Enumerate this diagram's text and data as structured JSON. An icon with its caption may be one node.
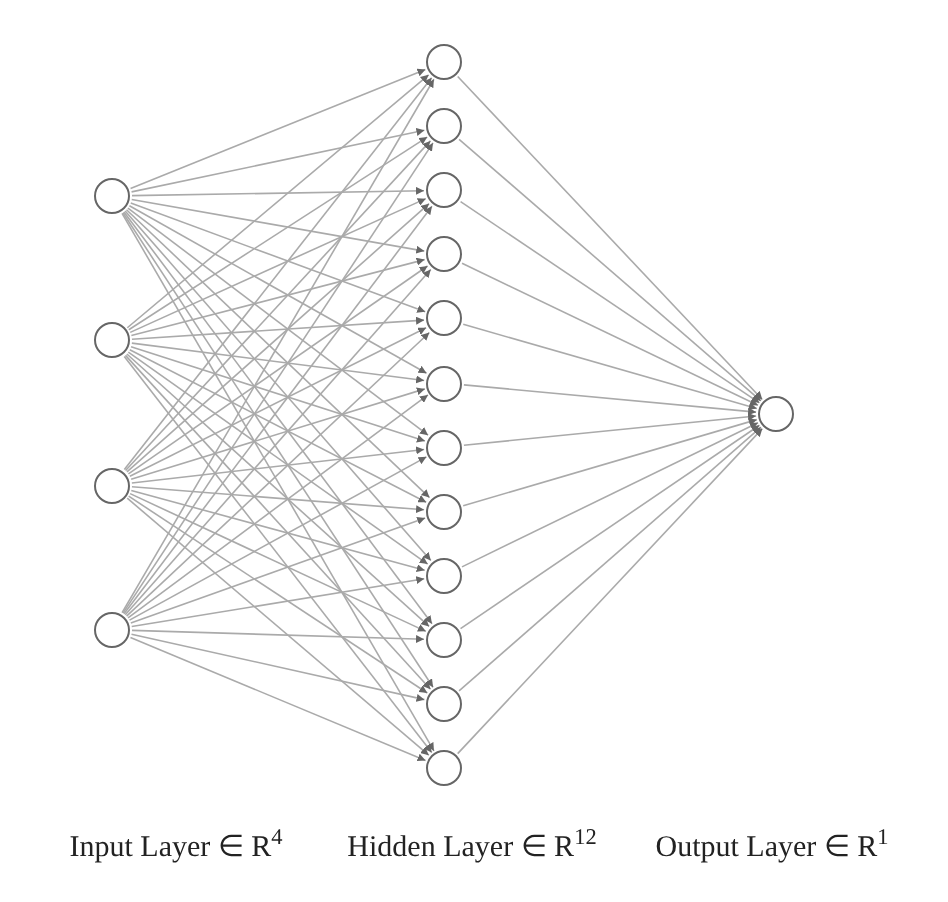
{
  "diagram": {
    "nodes": [
      {
        "text": [],
        "shape": "circle"
      },
      {
        "text": [],
        "shape": "circle"
      },
      {
        "text": [],
        "shape": "circle"
      },
      {
        "text": [],
        "shape": "circle"
      },
      {
        "text": [],
        "shape": "circle"
      },
      {
        "text": [],
        "shape": "circle"
      },
      {
        "text": [],
        "shape": "circle"
      },
      {
        "text": [],
        "shape": "circle"
      },
      {
        "text": [],
        "shape": "circle"
      },
      {
        "text": [],
        "shape": "circle"
      },
      {
        "text": [],
        "shape": "circle"
      },
      {
        "text": [],
        "shape": "circle"
      },
      {
        "text": [],
        "shape": "circle"
      },
      {
        "text": [],
        "shape": "circle"
      },
      {
        "text": [],
        "shape": "circle"
      },
      {
        "text": [],
        "shape": "circle"
      },
      {
        "text": [],
        "shape": "circle"
      }
    ],
    "edges": [
      {
        "from": 0,
        "to": 4,
        "arrow": "to"
      },
      {
        "from": 0,
        "to": 5,
        "arrow": "to"
      },
      {
        "from": 0,
        "to": 6,
        "arrow": "to"
      },
      {
        "from": 0,
        "to": 7,
        "arrow": "to"
      },
      {
        "from": 0,
        "to": 8,
        "arrow": "to"
      },
      {
        "from": 0,
        "to": 9,
        "arrow": "to"
      },
      {
        "from": 0,
        "to": 10,
        "arrow": "to"
      },
      {
        "from": 0,
        "to": 11,
        "arrow": "to"
      },
      {
        "from": 0,
        "to": 12,
        "arrow": "to"
      },
      {
        "from": 0,
        "to": 13,
        "arrow": "to"
      },
      {
        "from": 0,
        "to": 14,
        "arrow": "to"
      },
      {
        "from": 0,
        "to": 15,
        "arrow": "to"
      },
      {
        "from": 1,
        "to": 4,
        "arrow": "to"
      },
      {
        "from": 1,
        "to": 5,
        "arrow": "to"
      },
      {
        "from": 1,
        "to": 6,
        "arrow": "to"
      },
      {
        "from": 1,
        "to": 7,
        "arrow": "to"
      },
      {
        "from": 1,
        "to": 8,
        "arrow": "to"
      },
      {
        "from": 1,
        "to": 9,
        "arrow": "to"
      },
      {
        "from": 1,
        "to": 10,
        "arrow": "to"
      },
      {
        "from": 1,
        "to": 11,
        "arrow": "to"
      },
      {
        "from": 1,
        "to": 12,
        "arrow": "to"
      },
      {
        "from": 1,
        "to": 13,
        "arrow": "to"
      },
      {
        "from": 1,
        "to": 14,
        "arrow": "to"
      },
      {
        "from": 1,
        "to": 15,
        "arrow": "to"
      },
      {
        "from": 2,
        "to": 4,
        "arrow": "to"
      },
      {
        "from": 2,
        "to": 5,
        "arrow": "to"
      },
      {
        "from": 2,
        "to": 6,
        "arrow": "to"
      },
      {
        "from": 2,
        "to": 7,
        "arrow": "to"
      },
      {
        "from": 2,
        "to": 8,
        "arrow": "to"
      },
      {
        "from": 2,
        "to": 9,
        "arrow": "to"
      },
      {
        "from": 2,
        "to": 10,
        "arrow": "to"
      },
      {
        "from": 2,
        "to": 11,
        "arrow": "to"
      },
      {
        "from": 2,
        "to": 12,
        "arrow": "to"
      },
      {
        "from": 2,
        "to": 13,
        "arrow": "to"
      },
      {
        "from": 2,
        "to": 14,
        "arrow": "to"
      },
      {
        "from": 2,
        "to": 15,
        "arrow": "to"
      },
      {
        "from": 3,
        "to": 4,
        "arrow": "to"
      },
      {
        "from": 3,
        "to": 5,
        "arrow": "to"
      },
      {
        "from": 3,
        "to": 6,
        "arrow": "to"
      },
      {
        "from": 3,
        "to": 7,
        "arrow": "to"
      },
      {
        "from": 3,
        "to": 8,
        "arrow": "to"
      },
      {
        "from": 3,
        "to": 9,
        "arrow": "to"
      },
      {
        "from": 3,
        "to": 10,
        "arrow": "to"
      },
      {
        "from": 3,
        "to": 11,
        "arrow": "to"
      },
      {
        "from": 3,
        "to": 12,
        "arrow": "to"
      },
      {
        "from": 3,
        "to": 13,
        "arrow": "to"
      },
      {
        "from": 3,
        "to": 14,
        "arrow": "to"
      },
      {
        "from": 3,
        "to": 15,
        "arrow": "to"
      },
      {
        "from": 4,
        "to": 16,
        "arrow": "to"
      },
      {
        "from": 5,
        "to": 16,
        "arrow": "to"
      },
      {
        "from": 6,
        "to": 16,
        "arrow": "to"
      },
      {
        "from": 7,
        "to": 16,
        "arrow": "to"
      },
      {
        "from": 8,
        "to": 16,
        "arrow": "to"
      },
      {
        "from": 9,
        "to": 16,
        "arrow": "to"
      },
      {
        "from": 10,
        "to": 16,
        "arrow": "to"
      },
      {
        "from": 11,
        "to": 16,
        "arrow": "to"
      },
      {
        "from": 12,
        "to": 16,
        "arrow": "to"
      },
      {
        "from": 13,
        "to": 16,
        "arrow": "to"
      },
      {
        "from": 14,
        "to": 16,
        "arrow": "to"
      },
      {
        "from": 15,
        "to": 16,
        "arrow": "to"
      }
    ],
    "labels": [
      "Input Layer ∈ R$^{4}$",
      "Hidden Layer ∈ R$^{12}$",
      "Output Layer ∈ R$^{1}$"
    ]
  }
}
